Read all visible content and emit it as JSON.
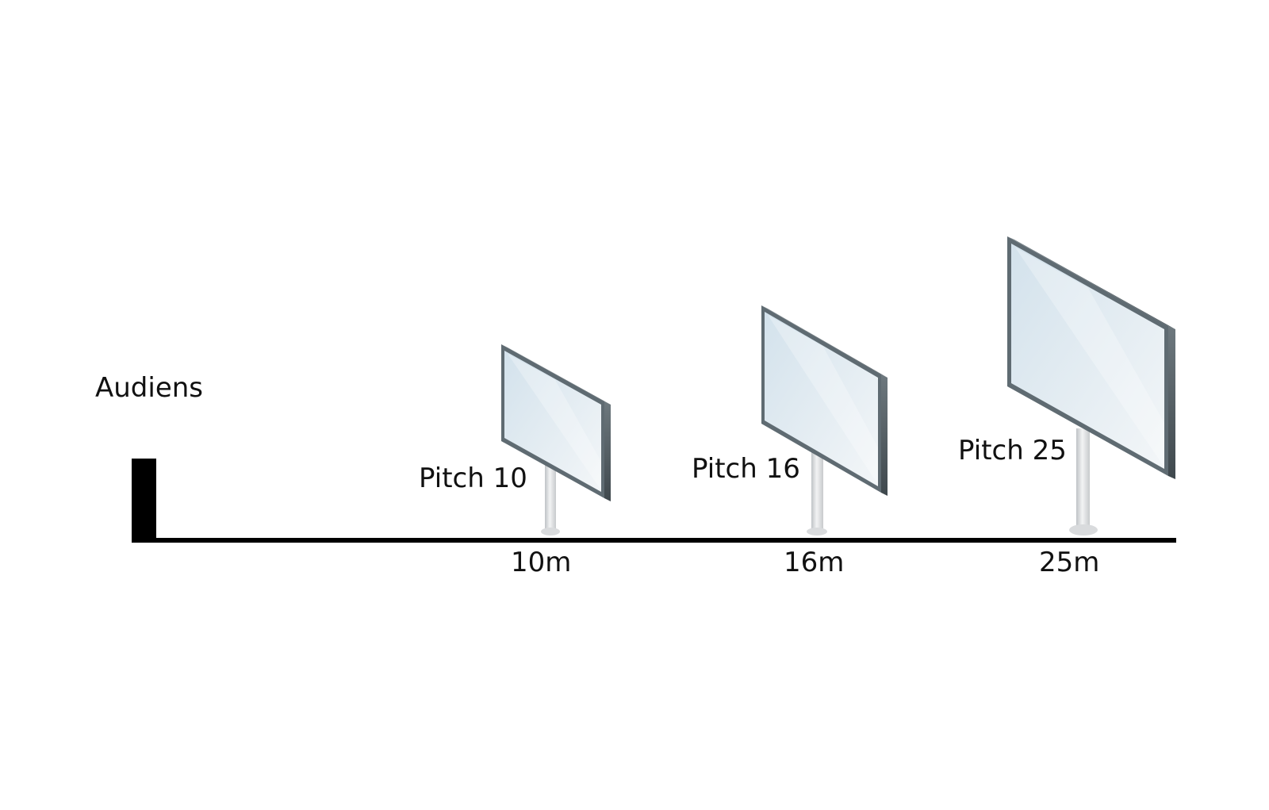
{
  "audience": {
    "label": "Audiens"
  },
  "screens": [
    {
      "pitch_label": "Pitch 10",
      "distance_label": "10m",
      "distance_m": 10
    },
    {
      "pitch_label": "Pitch 16",
      "distance_label": "16m",
      "distance_m": 16
    },
    {
      "pitch_label": "Pitch 25",
      "distance_label": "25m",
      "distance_m": 25
    }
  ],
  "colors": {
    "ground_line": "#000000",
    "audience_marker": "#000000",
    "screen_frame": "#5f6b72",
    "screen_glass_top": "#d5e4ee",
    "screen_glass_bottom": "#f4f7f9",
    "pole": "#d7d9db"
  }
}
